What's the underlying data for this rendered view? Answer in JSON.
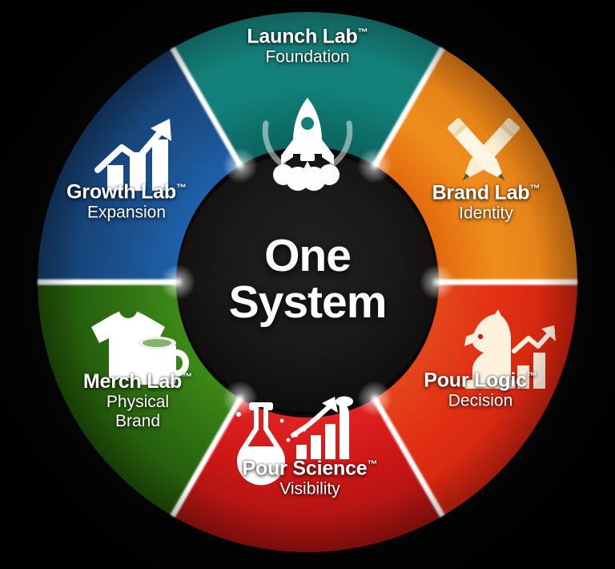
{
  "diagram": {
    "type": "donut-wheel",
    "center": {
      "line1": "One",
      "line2": "System",
      "background_color": "#1c1a19",
      "text_color": "#ffffff"
    },
    "background_color": "#000000",
    "divider_color": "#ffffff",
    "segments": [
      {
        "id": "launch-lab",
        "title": "Launch Lab",
        "tm": "™",
        "subtitle": "Foundation",
        "icon": "rocket-icon",
        "color": "#10716c",
        "color_inner": "#0a5a57",
        "color_outer": "#1b8a80",
        "angle_start": -30,
        "angle_end": 30
      },
      {
        "id": "brand-lab",
        "title": "Brand Lab",
        "tm": "™",
        "subtitle": "Identity",
        "icon": "crossed-pencils-icon",
        "color": "#e07b16",
        "color_inner": "#d9620d",
        "color_outer": "#ef9320",
        "angle_start": 30,
        "angle_end": 90
      },
      {
        "id": "pour-logic",
        "title": "Pour Logic",
        "tm": "™",
        "subtitle": "Decision",
        "icon": "chess-knight-chart-icon",
        "color": "#e02e13",
        "color_inner": "#c9230e",
        "color_outer": "#ef4520",
        "angle_start": 90,
        "angle_end": 150
      },
      {
        "id": "pour-science",
        "title": "Pour Science",
        "tm": "™",
        "subtitle": "Visibility",
        "icon": "flask-chart-icon",
        "color": "#d01a16",
        "color_inner": "#e02020",
        "color_outer": "#a8120f",
        "angle_start": 150,
        "angle_end": 210
      },
      {
        "id": "merch-lab",
        "title": "Merch Lab",
        "tm": "™",
        "subtitle": "Physical\nBrand",
        "subtitle_line1": "Physical",
        "subtitle_line2": "Brand",
        "icon": "tshirt-mug-icon",
        "color": "#2f7012",
        "color_inner": "#3d8a18",
        "color_outer": "#235609",
        "angle_start": 210,
        "angle_end": 270
      },
      {
        "id": "growth-lab",
        "title": "Growth Lab",
        "tm": "™",
        "subtitle": "Expansion",
        "icon": "growth-bar-arrow-icon",
        "color": "#1b4f8c",
        "color_inner": "#1f62ad",
        "color_outer": "#153c6b",
        "angle_start": 270,
        "angle_end": 330
      }
    ]
  }
}
